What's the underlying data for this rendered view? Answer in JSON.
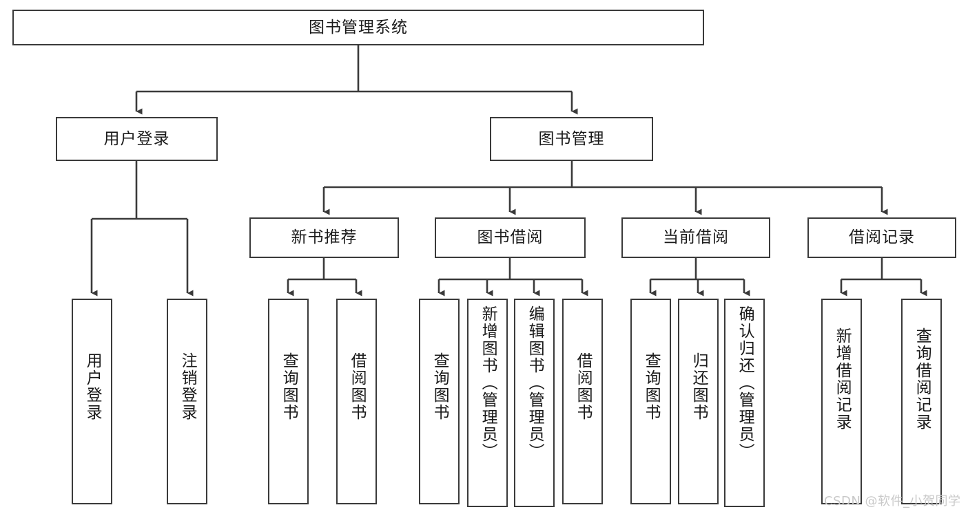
{
  "diagram": {
    "title": "图书管理系统",
    "type": "hierarchy-tree",
    "root": {
      "id": "root",
      "label": "图书管理系统"
    },
    "level2": [
      {
        "id": "user-login",
        "label": "用户登录"
      },
      {
        "id": "book-manage",
        "label": "图书管理"
      }
    ],
    "level3": [
      {
        "id": "new-book-recommend",
        "label": "新书推荐",
        "parent": "book-manage"
      },
      {
        "id": "book-borrow",
        "label": "图书借阅",
        "parent": "book-manage"
      },
      {
        "id": "current-borrow",
        "label": "当前借阅",
        "parent": "book-manage"
      },
      {
        "id": "borrow-record",
        "label": "借阅记录",
        "parent": "book-manage"
      }
    ],
    "leaves": [
      {
        "id": "leaf-user-login",
        "label": "用户登录",
        "parent": "user-login"
      },
      {
        "id": "leaf-logout",
        "label": "注销登录",
        "parent": "user-login"
      },
      {
        "id": "leaf-query-book-1",
        "label": "查询图书",
        "parent": "new-book-recommend"
      },
      {
        "id": "leaf-borrow-book-1",
        "label": "借阅图书",
        "parent": "new-book-recommend"
      },
      {
        "id": "leaf-query-book-2",
        "label": "查询图书",
        "parent": "book-borrow"
      },
      {
        "id": "leaf-add-book",
        "label": "新增图书（管理员）",
        "parent": "book-borrow"
      },
      {
        "id": "leaf-edit-book",
        "label": "编辑图书（管理员）",
        "parent": "book-borrow"
      },
      {
        "id": "leaf-borrow-book-2",
        "label": "借阅图书",
        "parent": "book-borrow"
      },
      {
        "id": "leaf-query-book-3",
        "label": "查询图书",
        "parent": "current-borrow"
      },
      {
        "id": "leaf-return-book",
        "label": "归还图书",
        "parent": "current-borrow"
      },
      {
        "id": "leaf-confirm-return",
        "label": "确认归还（管理员）",
        "parent": "current-borrow"
      },
      {
        "id": "leaf-add-record",
        "label": "新增借阅记录",
        "parent": "borrow-record"
      },
      {
        "id": "leaf-query-record",
        "label": "查询借阅记录",
        "parent": "borrow-record"
      }
    ],
    "colors": {
      "border": "#3a3a3a",
      "background": "#ffffff",
      "text": "#1a1a1a",
      "watermark": "#c9c9c9"
    }
  },
  "watermark": {
    "text": "CSDN @软件_小贺同学"
  }
}
